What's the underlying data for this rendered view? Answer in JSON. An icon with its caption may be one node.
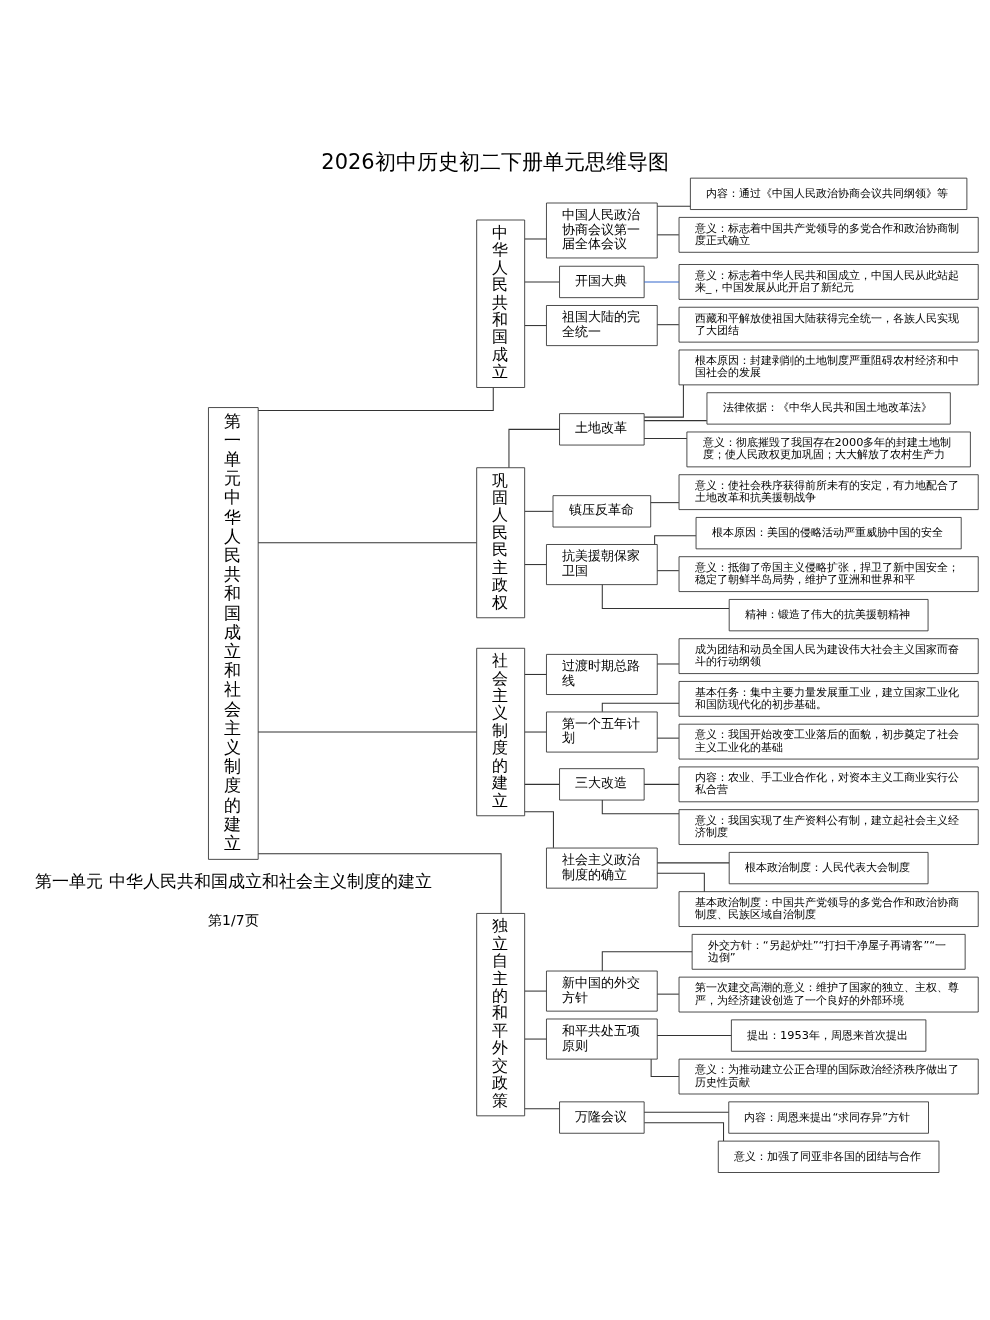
{
  "diagram": {
    "title": "2026初中历史初二下册单元思维导图",
    "nodes": [
      {
        "text": [
          "第一单元中华人民共和国成立和社会主义制度的建立"
        ]
      },
      {
        "text": [
          "中华人民共和国成立"
        ]
      },
      {
        "text": [
          "中国人民政治协商会议第一届全体会议"
        ]
      },
      {
        "text": [
          "内容：通过《中国人民政治协商会议共同纲领》等"
        ]
      },
      {
        "text": [
          "意义：标志着中国共产党领导的多党合作和政治协商制度正式确立"
        ]
      },
      {
        "text": [
          "开国大典"
        ]
      },
      {
        "text": [
          "意义：标志着中华人民共和国成立，中国人民从此站起来_，中国发展从此开启了新纪元"
        ]
      },
      {
        "text": [
          "祖国大陆的完全统一"
        ]
      },
      {
        "text": [
          "西藏和平解放使祖国大陆获得完全统一，各族人民实现了大团结"
        ]
      },
      {
        "text": [
          "巩固人民民主政权"
        ]
      },
      {
        "text": [
          "土地改革"
        ]
      },
      {
        "text": [
          "根本原因：封建剥削的土地制度严重阻碍农村经济和中国社会的发展"
        ]
      },
      {
        "text": [
          "法律依据：《中华人民共和国土地改革法》"
        ]
      },
      {
        "text": [
          "意义：彻底摧毁了我国存在2000多年的封建土地制度；使人民政权更加巩固；大大解放了农村生产力"
        ]
      },
      {
        "text": [
          "镇压反革命"
        ]
      },
      {
        "text": [
          "意义：使社会秩序获得前所未有的安定，有力地配合了土地改革和抗美援朝战争"
        ]
      },
      {
        "text": [
          "抗美援朝保家卫国"
        ]
      },
      {
        "text": [
          "根本原因：美国的侵略活动严重威胁中国的安全"
        ]
      },
      {
        "text": [
          "意义：抵御了帝国主义侵略扩张，捍卫了新中国安全；稳定了朝鲜半岛局势，维护了亚洲和世界和平"
        ]
      },
      {
        "text": [
          "精神：锻造了伟大的抗美援朝精神"
        ]
      },
      {
        "text": [
          "社会主义制度的建立"
        ]
      },
      {
        "text": [
          "过渡时期总路线"
        ]
      },
      {
        "text": [
          "成为团结和动员全国人民为建设伟大社会主义国家而奋斗的行动纲领"
        ]
      },
      {
        "text": [
          "第一个五年计划"
        ]
      },
      {
        "text": [
          "基本任务：集中主要力量发展重工业，建立国家工业化和国防现代化的初步基础。"
        ]
      },
      {
        "text": [
          "意义：我国开始改变工业落后的面貌，初步奠定了社会主义工业化的基础"
        ]
      },
      {
        "text": [
          "三大改造"
        ]
      },
      {
        "text": [
          "内容：农业、手工业合作化，对资本主义工商业实行公私合营"
        ]
      },
      {
        "text": [
          "意义：我国实现了生产资料公有制，建立起社会主义经济制度"
        ]
      },
      {
        "text": [
          "社会主义政治制度的确立"
        ]
      },
      {
        "text": [
          "根本政治制度：人民代表大会制度"
        ]
      },
      {
        "text": [
          "基本政治制度：中国共产党领导的多党合作和政治协商制度、民族区域自治制度"
        ]
      },
      {
        "text": [
          "独立自主的和平外交政策"
        ]
      },
      {
        "text": [
          "新中国的外交方针"
        ]
      },
      {
        "text": [
          "外交方针：“另起炉灶”“打扫干净屋子再请客”“一边倒”"
        ]
      },
      {
        "text": [
          "第一次建交高潮的意义：维护了国家的独立、主权、尊严，为经济建设创造了一个良好的外部环境"
        ]
      },
      {
        "text": [
          "和平共处五项原则"
        ]
      },
      {
        "text": [
          "提出：1953年，周恩来首次提出"
        ]
      },
      {
        "text": [
          "意义：为推动建立公正合理的国际政治经济秩序做出了历史性贡献"
        ]
      },
      {
        "text": [
          "万隆会议"
        ]
      },
      {
        "text": [
          "内容：周恩来提出“求同存异”方针"
        ]
      },
      {
        "text": [
          "意义：加强了同亚非各国的团结与合作"
        ]
      }
    ],
    "edges": [
      {
        "from": 0,
        "to": 1,
        "arrow": "none"
      },
      {
        "from": 0,
        "to": 9,
        "arrow": "none"
      },
      {
        "from": 0,
        "to": 20,
        "arrow": "none"
      },
      {
        "from": 0,
        "to": 32,
        "arrow": "none"
      },
      {
        "from": 1,
        "to": 2,
        "arrow": "none"
      },
      {
        "from": 1,
        "to": 5,
        "arrow": "none"
      },
      {
        "from": 1,
        "to": 7,
        "arrow": "none"
      },
      {
        "from": 2,
        "to": 3,
        "arrow": "none"
      },
      {
        "from": 2,
        "to": 4,
        "arrow": "none"
      },
      {
        "from": 5,
        "to": 6,
        "arrow": "none",
        "color": "#3366cc"
      },
      {
        "from": 7,
        "to": 8,
        "arrow": "none"
      },
      {
        "from": 9,
        "to": 10,
        "arrow": "none"
      },
      {
        "from": 9,
        "to": 14,
        "arrow": "none"
      },
      {
        "from": 9,
        "to": 16,
        "arrow": "none"
      },
      {
        "from": 10,
        "to": 11,
        "arrow": "none"
      },
      {
        "from": 10,
        "to": 12,
        "arrow": "none"
      },
      {
        "from": 10,
        "to": 13,
        "arrow": "none"
      },
      {
        "from": 14,
        "to": 15,
        "arrow": "none"
      },
      {
        "from": 16,
        "to": 17,
        "arrow": "none"
      },
      {
        "from": 16,
        "to": 18,
        "arrow": "none"
      },
      {
        "from": 16,
        "to": 19,
        "arrow": "none"
      },
      {
        "from": 20,
        "to": 21,
        "arrow": "none"
      },
      {
        "from": 20,
        "to": 23,
        "arrow": "none"
      },
      {
        "from": 20,
        "to": 26,
        "arrow": "none"
      },
      {
        "from": 20,
        "to": 29,
        "arrow": "none"
      },
      {
        "from": 21,
        "to": 22,
        "arrow": "none"
      },
      {
        "from": 23,
        "to": 24,
        "arrow": "none"
      },
      {
        "from": 23,
        "to": 25,
        "arrow": "none"
      },
      {
        "from": 26,
        "to": 27,
        "arrow": "none"
      },
      {
        "from": 26,
        "to": 28,
        "arrow": "none"
      },
      {
        "from": 29,
        "to": 30,
        "arrow": "none"
      },
      {
        "from": 29,
        "to": 31,
        "arrow": "none"
      },
      {
        "from": 32,
        "to": 33,
        "arrow": "none"
      },
      {
        "from": 32,
        "to": 36,
        "arrow": "none"
      },
      {
        "from": 32,
        "to": 39,
        "arrow": "none"
      },
      {
        "from": 33,
        "to": 34,
        "arrow": "none"
      },
      {
        "from": 33,
        "to": 35,
        "arrow": "none"
      },
      {
        "from": 36,
        "to": 37,
        "arrow": "none"
      },
      {
        "from": 36,
        "to": 38,
        "arrow": "none"
      },
      {
        "from": 39,
        "to": 40,
        "arrow": "none"
      },
      {
        "from": 39,
        "to": 41,
        "arrow": "none"
      }
    ],
    "labels": [
      "第1/7页",
      "第一单元 中华人民共和国成立和社会主义制度的建立"
    ]
  }
}
